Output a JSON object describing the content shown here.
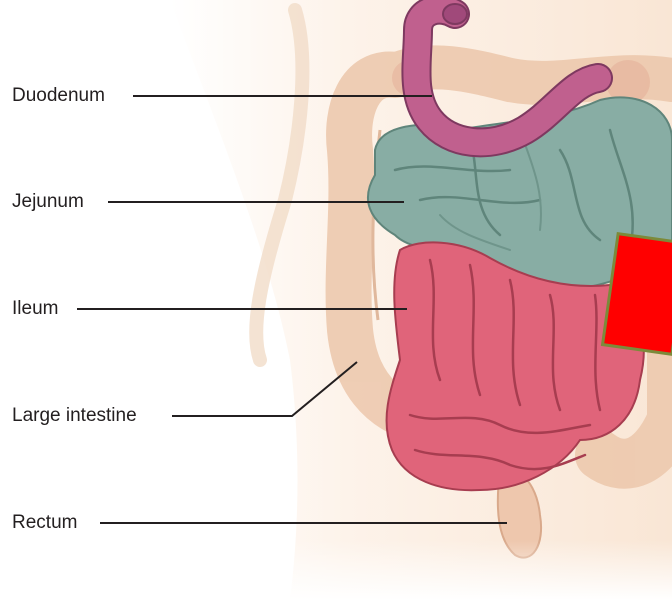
{
  "diagram": {
    "labels": {
      "duodenum": "Duodenum",
      "jejunum": "Jejunum",
      "ileum": "Ileum",
      "large_intestine": "Large intestine",
      "rectum": "Rectum"
    }
  },
  "colors": {
    "background": "#ffffff",
    "skin": "#fbeee1",
    "skin_shadow": "#f3d9c3",
    "duodenum": "#c0608e",
    "jejunum": "#86aca3",
    "ileum": "#df6377",
    "large_intestine": "#edcdb3",
    "redaction_box": "#ff0000",
    "redaction_border": "#7c8a3a",
    "leader_line": "#231f20"
  }
}
